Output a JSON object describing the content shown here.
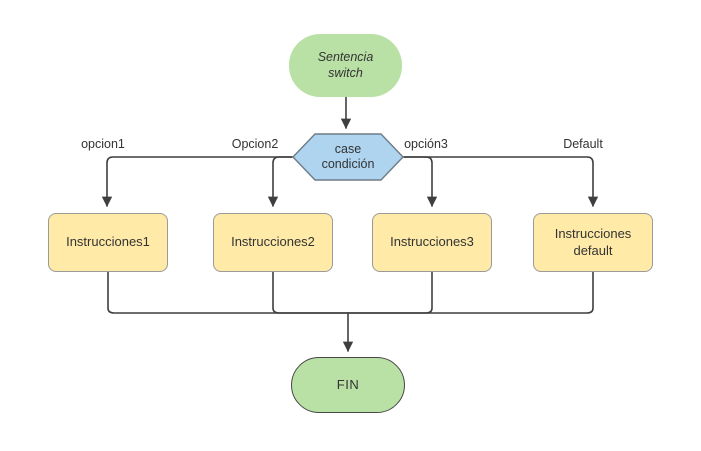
{
  "flow": {
    "start": {
      "label": "Sentencia\nswitch"
    },
    "decision": {
      "label": "case\ncondición"
    },
    "branches": [
      {
        "label": "opcion1"
      },
      {
        "label": "Opcion2"
      },
      {
        "label": "opción3"
      },
      {
        "label": "Default"
      }
    ],
    "processes": [
      {
        "label": "Instrucciones1"
      },
      {
        "label": "Instrucciones2"
      },
      {
        "label": "Instrucciones3"
      },
      {
        "label": "Instrucciones\ndefault"
      }
    ],
    "end": {
      "label": "FIN"
    },
    "colors": {
      "start_end_fill": "#b9e1a5",
      "decision_fill": "#aed4f0",
      "decision_border": "#6e7b85",
      "process_fill": "#ffeaa8",
      "process_border": "#9a9a9a",
      "connector": "#3f3f3f",
      "text": "#333333"
    }
  }
}
